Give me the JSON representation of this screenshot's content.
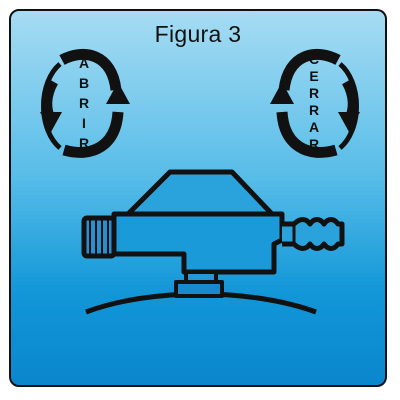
{
  "figure": {
    "title": "Figura 3"
  },
  "open_rotation": {
    "letters": [
      "A",
      "B",
      "R",
      "I",
      "R"
    ],
    "icon": "rotation-arrows-icon"
  },
  "close_rotation": {
    "letters": [
      "C",
      "E",
      "R",
      "R",
      "A",
      "R"
    ],
    "icon": "rotation-arrows-icon"
  },
  "regulator": {
    "icon": "gas-regulator-icon"
  },
  "colors": {
    "background_top": "#a6dcf3",
    "background_bottom": "#0a86cd",
    "line": "#111111"
  }
}
